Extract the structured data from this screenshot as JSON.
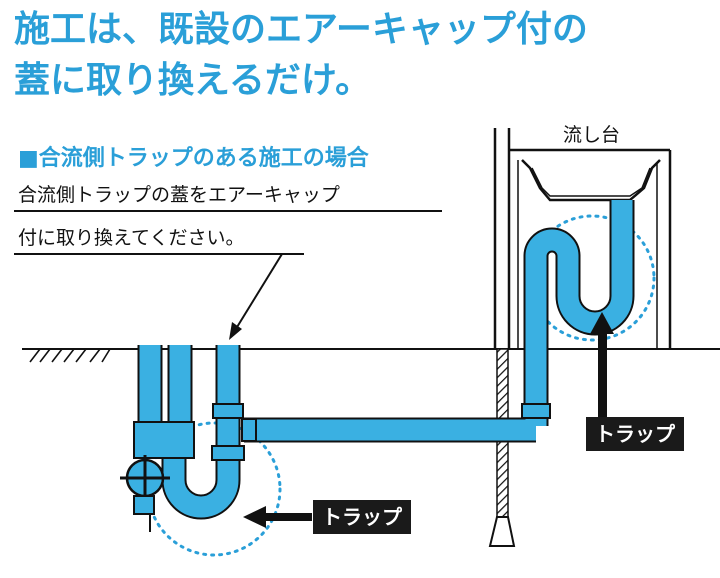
{
  "headline": {
    "line1": "施工は、既設のエアーキャップ付の",
    "line2": "蓋に取り換えるだけ。"
  },
  "case_title": "■合流側トラップのある施工の場合",
  "note": {
    "line1": "合流側トラップの蓋をエアーキャップ",
    "line2": "付に取り換えてください。"
  },
  "sink_label": "流し台",
  "trap_label_sink": "トラップ",
  "trap_label_junction": "トラップ",
  "colors": {
    "accent": "#2a9fd8",
    "pipe": "#3ab0e2",
    "pipe_outline": "#111111",
    "highlight": "#2a9fd8"
  }
}
